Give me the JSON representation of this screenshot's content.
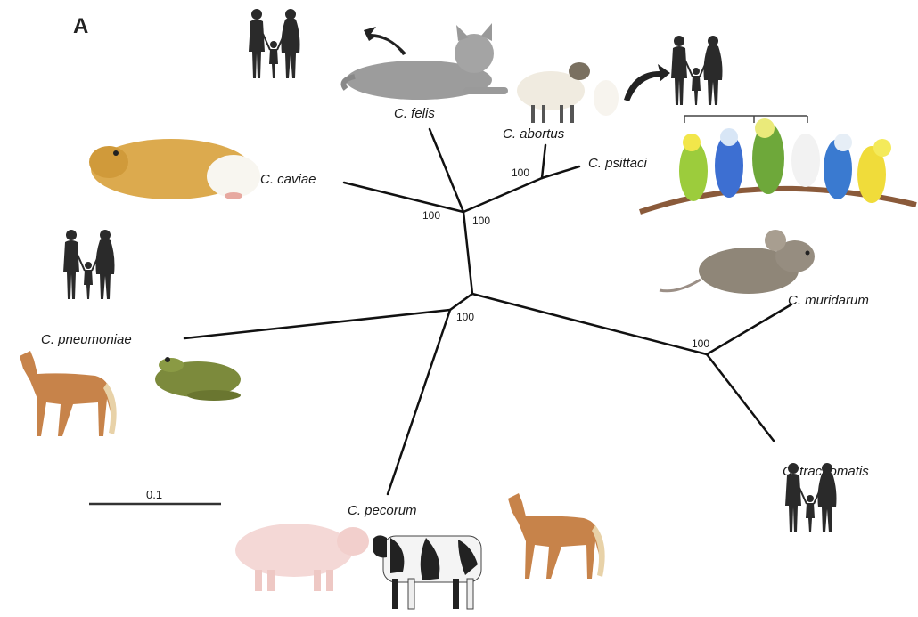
{
  "panel_label": "A",
  "scale_bar_label": "0.1",
  "species": {
    "felis": "C. felis",
    "abortus": "C. abortus",
    "psittaci": "C. psittaci",
    "caviae": "C. caviae",
    "muridarum": "C. muridarum",
    "pneumoniae": "C. pneumoniae",
    "trachomatis": "C. trachomatis",
    "pecorum": "C. pecorum"
  },
  "bootstrap": {
    "caviae_node": "100",
    "felis_node": "100",
    "abortus_node": "100",
    "center_node": "100",
    "muridarum_node": "100"
  },
  "hosts": {
    "felis": [
      "human-family-icon",
      "cat-icon"
    ],
    "abortus": [
      "sheep-icon",
      "human-family-icon"
    ],
    "psittaci": [
      "budgerigar-icon"
    ],
    "caviae": [
      "guinea-pig-icon"
    ],
    "muridarum": [
      "mouse-icon"
    ],
    "pneumoniae": [
      "human-family-icon",
      "horse-icon",
      "frog-icon"
    ],
    "trachomatis": [
      "human-family-icon"
    ],
    "pecorum": [
      "pig-icon",
      "cow-icon",
      "horse-icon"
    ]
  }
}
